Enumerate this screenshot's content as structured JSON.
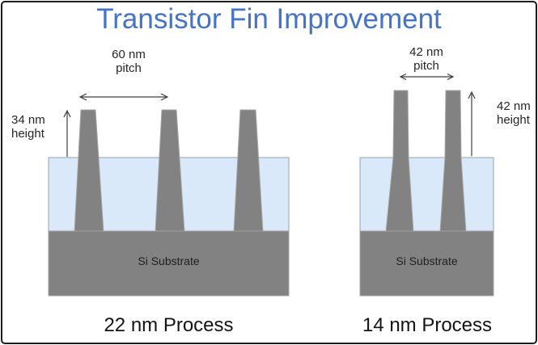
{
  "title": {
    "text": "Transistor Fin Improvement",
    "color": "#4573c7"
  },
  "left_diagram": {
    "name": "22 nm process fin cross-section",
    "pitch_label": "60 nm\npitch",
    "height_label": "34 nm\nheight",
    "substrate_label": "Si Substrate",
    "process_label": "22 nm Process",
    "fin_count": 3,
    "measurements": {
      "pitch_nm": 60,
      "height_nm": 34
    }
  },
  "right_diagram": {
    "name": "14 nm process fin cross-section",
    "pitch_label": "42 nm\npitch",
    "height_label": "42 nm\nheight",
    "substrate_label": "Si Substrate",
    "process_label": "14 nm Process",
    "fin_count": 2,
    "measurements": {
      "pitch_nm": 42,
      "height_nm": 42
    }
  },
  "colors": {
    "title_blue": "#4573c7",
    "fin_and_substrate_gray": "#828282",
    "oxide_light_blue": "#d9e9fa",
    "oxide_border": "#96a1ac",
    "arrow_dark": "#3d3d3d",
    "frame_border": "#1d1d1d",
    "background": "#ffffff"
  }
}
